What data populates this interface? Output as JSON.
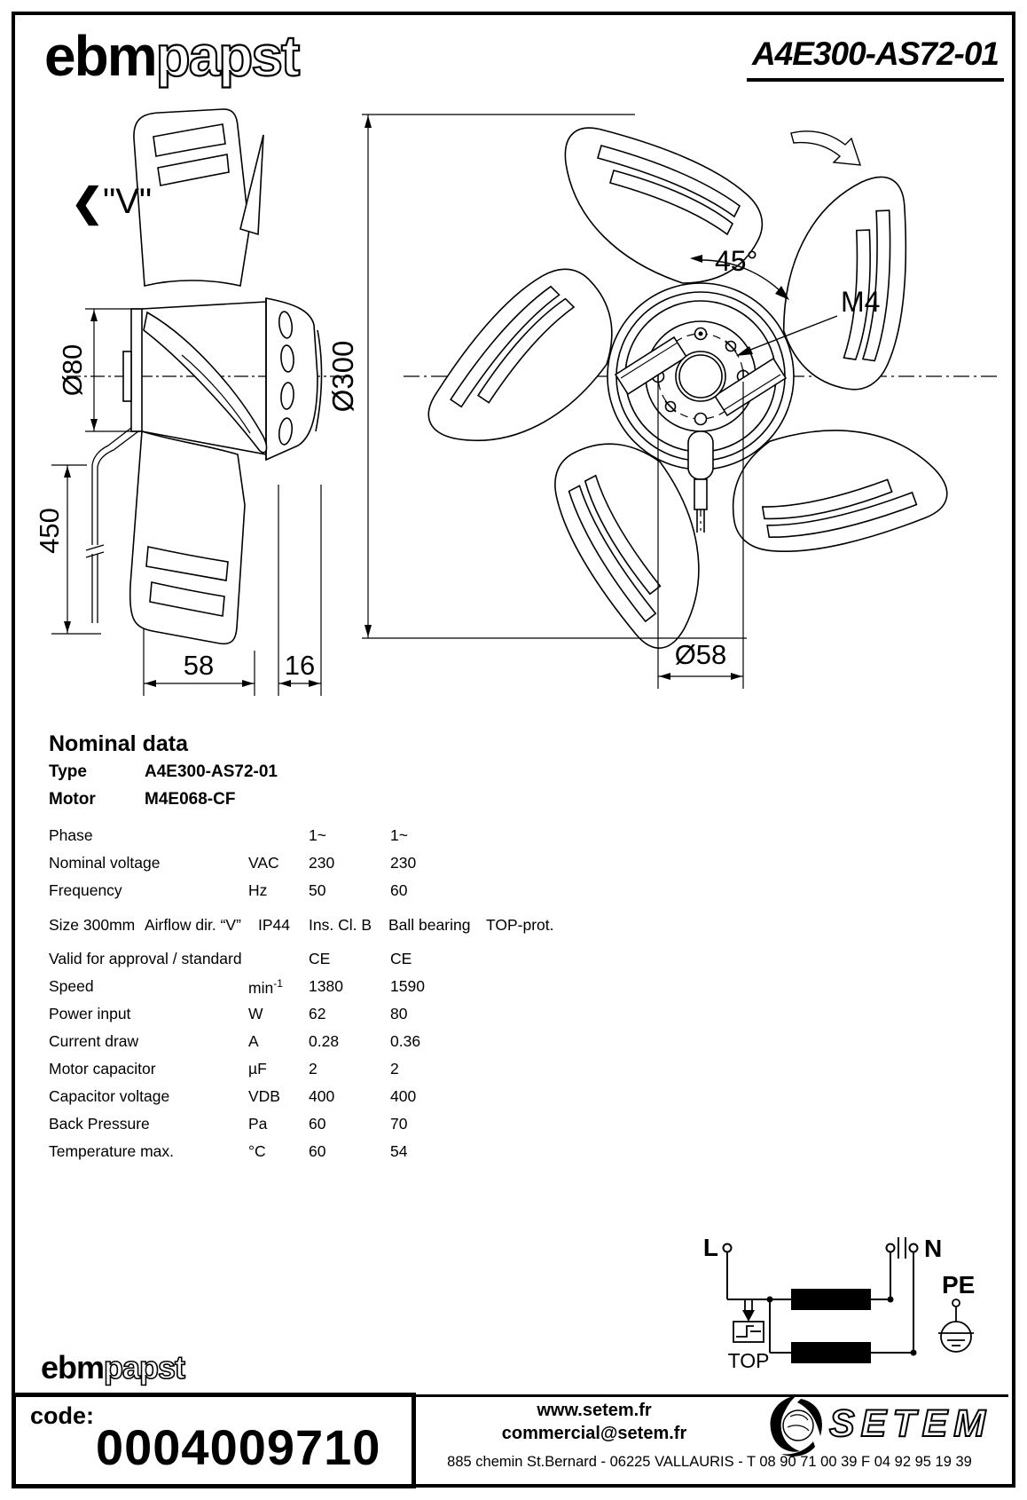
{
  "colors": {
    "ink": "#000000",
    "paper": "#ffffff"
  },
  "header": {
    "brand_solid": "ebm",
    "brand_outline": "papst",
    "part_number": "A4E300-AS72-01"
  },
  "drawings": {
    "airflow_arrow": "❮",
    "airflow_label": "\"V\"",
    "dim_hub_diameter": "Ø80",
    "dim_cable_length": "450",
    "dim_depth": "58",
    "dim_offset": "16",
    "dim_fan_diameter": "Ø300",
    "dim_hole_angle": "45°",
    "dim_thread": "M4",
    "dim_bolt_circle": "Ø58"
  },
  "nominal": {
    "heading": "Nominal data",
    "type_label": "Type",
    "type_value": "A4E300-AS72-01",
    "motor_label": "Motor",
    "motor_value": "M4E068-CF",
    "rows": [
      {
        "label": "Phase",
        "unit": "",
        "v50": "1~",
        "v60": "1~"
      },
      {
        "label": "Nominal voltage",
        "unit": "VAC",
        "v50": "230",
        "v60": "230"
      },
      {
        "label": "Frequency",
        "unit": "Hz",
        "v50": "50",
        "v60": "60"
      },
      {
        "label": "Valid for approval / standard",
        "unit": "",
        "v50": "CE",
        "v60": "CE"
      },
      {
        "label": "Speed",
        "unit": "min",
        "unit_sup": "-1",
        "v50": "1380",
        "v60": "1590"
      },
      {
        "label": "Power input",
        "unit": "W",
        "v50": "62",
        "v60": "80"
      },
      {
        "label": "Current draw",
        "unit": "A",
        "v50": "0.28",
        "v60": "0.36"
      },
      {
        "label": "Motor capacitor",
        "unit": "µF",
        "v50": "2",
        "v60": "2"
      },
      {
        "label": "Capacitor voltage",
        "unit": "VDB",
        "v50": "400",
        "v60": "400"
      },
      {
        "label": "Back Pressure",
        "unit": "Pa",
        "v50": "60",
        "v60": "70"
      },
      {
        "label": "Temperature max.",
        "unit": "°C",
        "v50": "60",
        "v60": "54"
      }
    ],
    "size_row": {
      "size": "Size 300mm",
      "airflow": "Airflow dir. “V”",
      "protection": "IP44",
      "insulation": "Ins. Cl. B",
      "bearing": "Ball bearing",
      "thermal": "TOP-prot."
    }
  },
  "wiring": {
    "line": "L",
    "neutral": "N",
    "earth": "PE",
    "thermal": "TOP"
  },
  "footer": {
    "brand_solid": "ebm",
    "brand_outline": "papst",
    "code_label": "code:",
    "code_value": "0004009710",
    "website": "www.setem.fr",
    "email": "commercial@setem.fr",
    "address": "885 chemin St.Bernard  -  06225 VALLAURIS  -  T 08 90 71 00 39   F 04 92 95 19 39",
    "distributor": "SETEM"
  }
}
